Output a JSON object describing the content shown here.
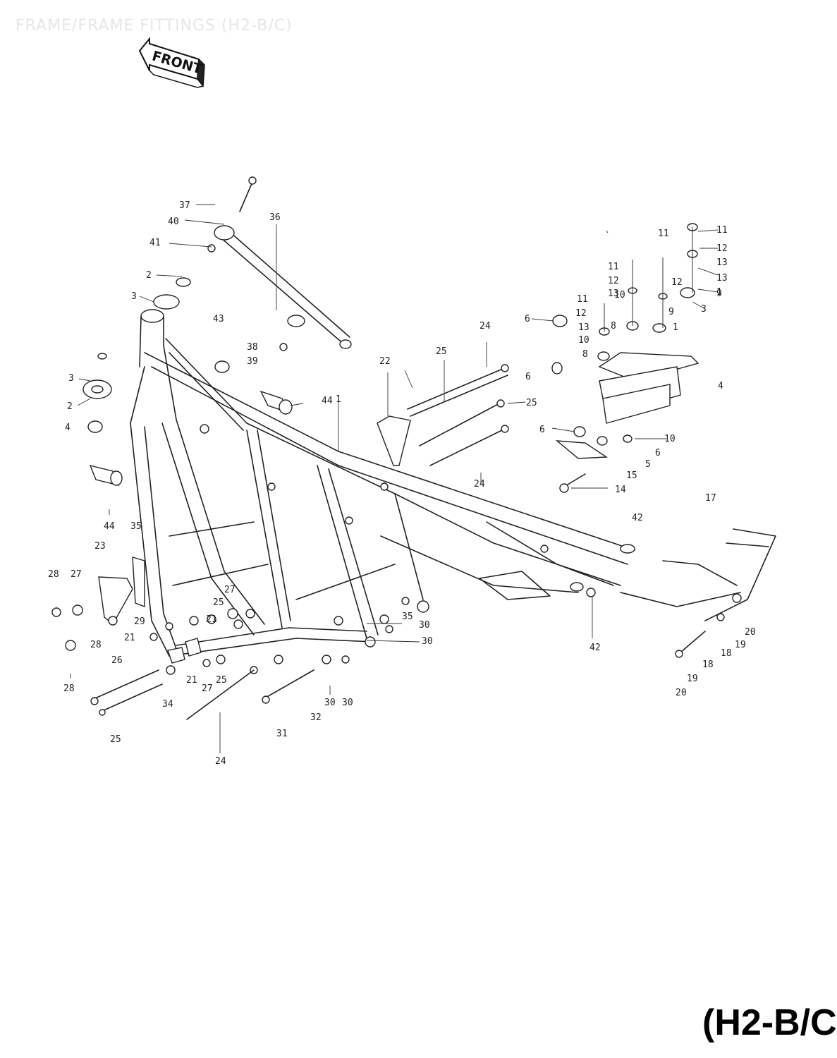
{
  "header": {
    "title": "FRAME/FRAME FITTINGS (H2-B/C)",
    "front_label": "FRONT"
  },
  "footer": {
    "model_label": "(H2-B/C"
  },
  "callouts": [
    "37",
    "40",
    "41",
    "36",
    "2",
    "3",
    "43",
    "38",
    "39",
    "3",
    "2",
    "4",
    "44",
    "1",
    "22",
    "25",
    "24",
    "6",
    "25",
    "6",
    "24",
    "11",
    "11",
    "12",
    "13",
    "12",
    "13",
    "9",
    "1",
    "3",
    "11",
    "12",
    "13",
    "10",
    "9",
    "8",
    "1",
    "6",
    "11",
    "12",
    "13",
    "10",
    "8",
    "4",
    "10",
    "6",
    "5",
    "15",
    "14",
    "42",
    "17",
    "44",
    "35",
    "23",
    "28",
    "27",
    "27",
    "25",
    "21",
    "29",
    "21",
    "28",
    "26",
    "28",
    "21",
    "27",
    "25",
    "34",
    "25",
    "24",
    "31",
    "32",
    "30",
    "30",
    "35",
    "30",
    "30",
    "42",
    "20",
    "19",
    "18",
    "18",
    "19",
    "20"
  ]
}
